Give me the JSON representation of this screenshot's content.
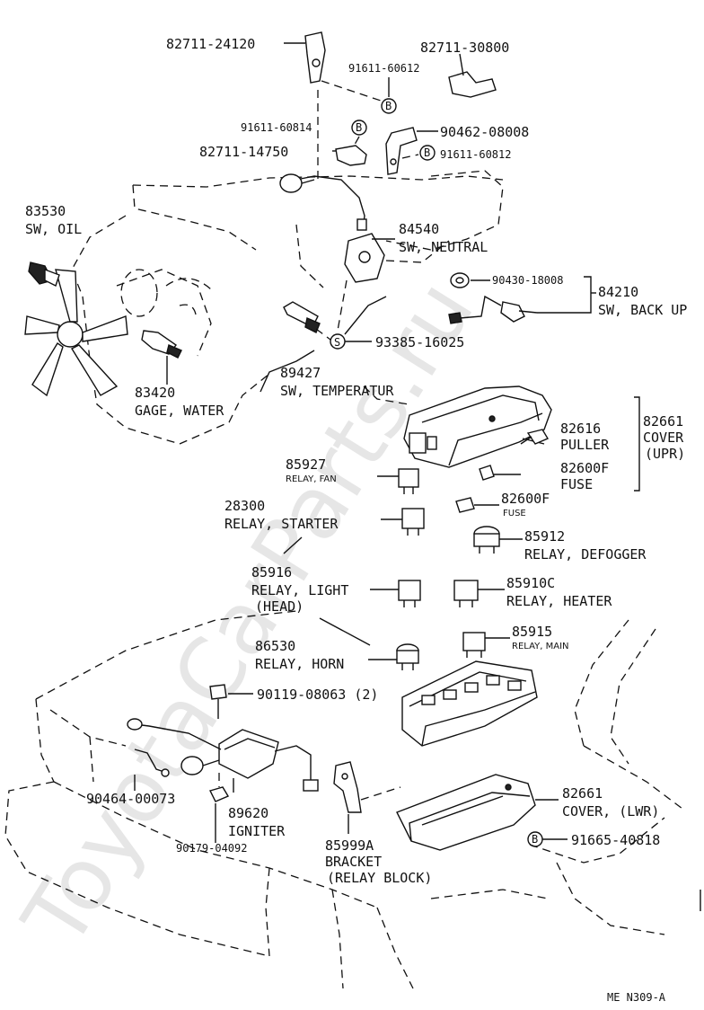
{
  "watermark": "ToyotaCarParts.ru",
  "footer_code": "ME N309-A",
  "parts": {
    "p1": {
      "num": "82711-24120"
    },
    "p2": {
      "num": "82711-30800"
    },
    "p3": {
      "num": "91611-60612"
    },
    "p4": {
      "num": "91611-60814"
    },
    "p5": {
      "num": "90462-08008"
    },
    "p6": {
      "num": "82711-14750"
    },
    "p7": {
      "num": "91611-60812"
    },
    "p8": {
      "num": "83530",
      "name": "SW, OIL"
    },
    "p9": {
      "num": "84540",
      "name": "SW, NEUTRAL"
    },
    "p10": {
      "num": "90430-18008"
    },
    "p11": {
      "num": "84210",
      "name": "SW, BACK UP"
    },
    "p12": {
      "num": "93385-16025"
    },
    "p13": {
      "num": "89427",
      "name": "SW, TEMPERATUR"
    },
    "p14": {
      "num": "83420",
      "name": "GAGE, WATER"
    },
    "p15": {
      "num": "82616",
      "name": "PULLER"
    },
    "p16": {
      "num": "82661",
      "name": "COVER",
      "name2": "(UPR)"
    },
    "p17": {
      "num": "82600F",
      "name": "FUSE"
    },
    "p18": {
      "num": "85927",
      "name": "RELAY, FAN"
    },
    "p19": {
      "num": "28300",
      "name": "RELAY, STARTER"
    },
    "p20": {
      "num": "82600F",
      "name": "FUSE"
    },
    "p21": {
      "num": "85912",
      "name": "RELAY, DEFOGGER"
    },
    "p22": {
      "num": "85916",
      "name": "RELAY, LIGHT",
      "name2": "(HEAD)"
    },
    "p23": {
      "num": "85910C",
      "name": "RELAY, HEATER"
    },
    "p24": {
      "num": "85915",
      "name": "RELAY, MAIN"
    },
    "p25": {
      "num": "86530",
      "name": "RELAY, HORN"
    },
    "p26": {
      "num": "90119-08063 (2)"
    },
    "p27": {
      "num": "90464-00073"
    },
    "p28": {
      "num": "89620",
      "name": "IGNITER"
    },
    "p29": {
      "num": "90179-04092"
    },
    "p30": {
      "num": "82661",
      "name": "COVER, (LWR)"
    },
    "p31": {
      "num": "91665-40818"
    },
    "p32": {
      "num": "85999A",
      "name": "BRACKET",
      "name2": "(RELAY BLOCK)"
    }
  },
  "markers": {
    "b": "B",
    "s": "S"
  }
}
